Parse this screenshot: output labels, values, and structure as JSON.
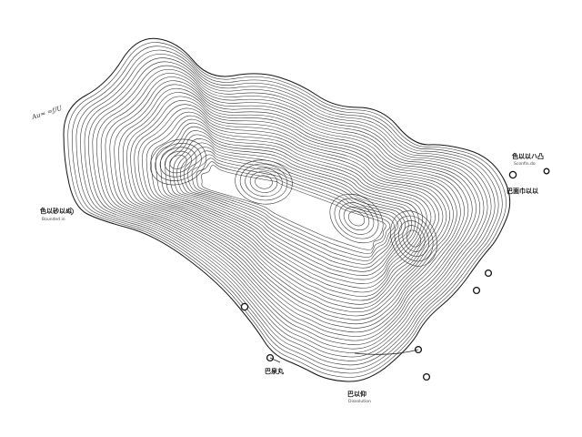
{
  "map": {
    "colors": {
      "background": "#ffffff",
      "contour": "#2a2a2a",
      "marker": "#111111"
    },
    "corner_note": "Au≈ ≈ƒ/U",
    "labels": [
      {
        "name": "west-label",
        "title": "色以砂以ぬ",
        "subtitle": "Bounded in"
      },
      {
        "name": "ne-label-1",
        "title": "色以以ハ凸",
        "subtitle": "Sconfin.do"
      },
      {
        "name": "ne-label-2",
        "title": "巴面巾以以",
        "subtitle": ""
      },
      {
        "name": "south-label-1",
        "title": "巴泉丸",
        "subtitle": ""
      },
      {
        "name": "south-label-2",
        "title": "巴以仰",
        "subtitle": "Dissolution"
      }
    ]
  }
}
